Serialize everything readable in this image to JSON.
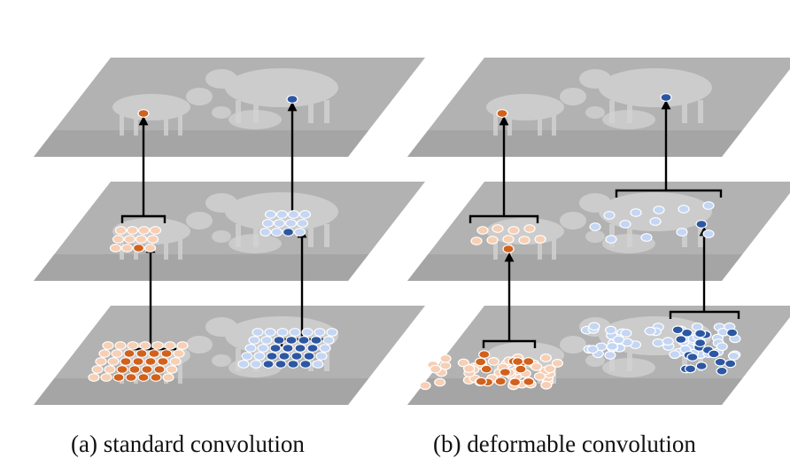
{
  "captions": {
    "a": "(a) standard convolution",
    "b": "(b) deformable convolution"
  },
  "colors": {
    "plane_fill": "#b2b2b2",
    "plane_shade": "#9a9a9a",
    "animal_fill": "#d3d3d3",
    "arrow": "#000000",
    "orange_dark": "#d2611c",
    "orange_light": "#f7cfb4",
    "blue_dark": "#2c57a2",
    "blue_light": "#c4d6f3"
  },
  "panels": [
    {
      "id": "standard",
      "caption_key": "a",
      "sampling": "regular-grid"
    },
    {
      "id": "deformable",
      "caption_key": "b",
      "sampling": "deformed-offsets"
    }
  ],
  "layers": [
    "top",
    "middle",
    "bottom"
  ]
}
